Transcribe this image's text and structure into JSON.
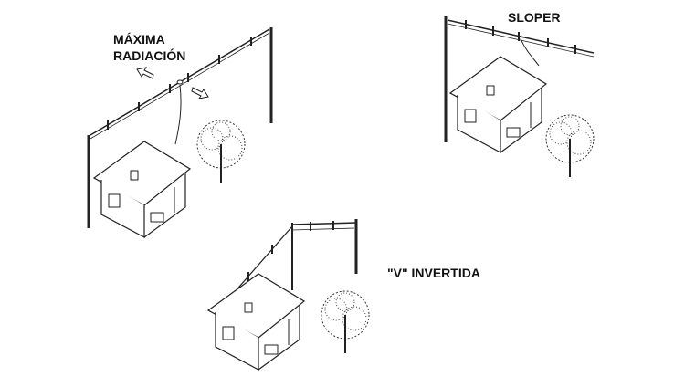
{
  "labels": {
    "dipole_line1": "MÁXIMA",
    "dipole_line2": "RADIACIÓN",
    "sloper": "SLOPER",
    "inverted_v": "\"V\" INVERTIDA"
  },
  "colors": {
    "ink": "#222222",
    "background": "#ffffff"
  }
}
